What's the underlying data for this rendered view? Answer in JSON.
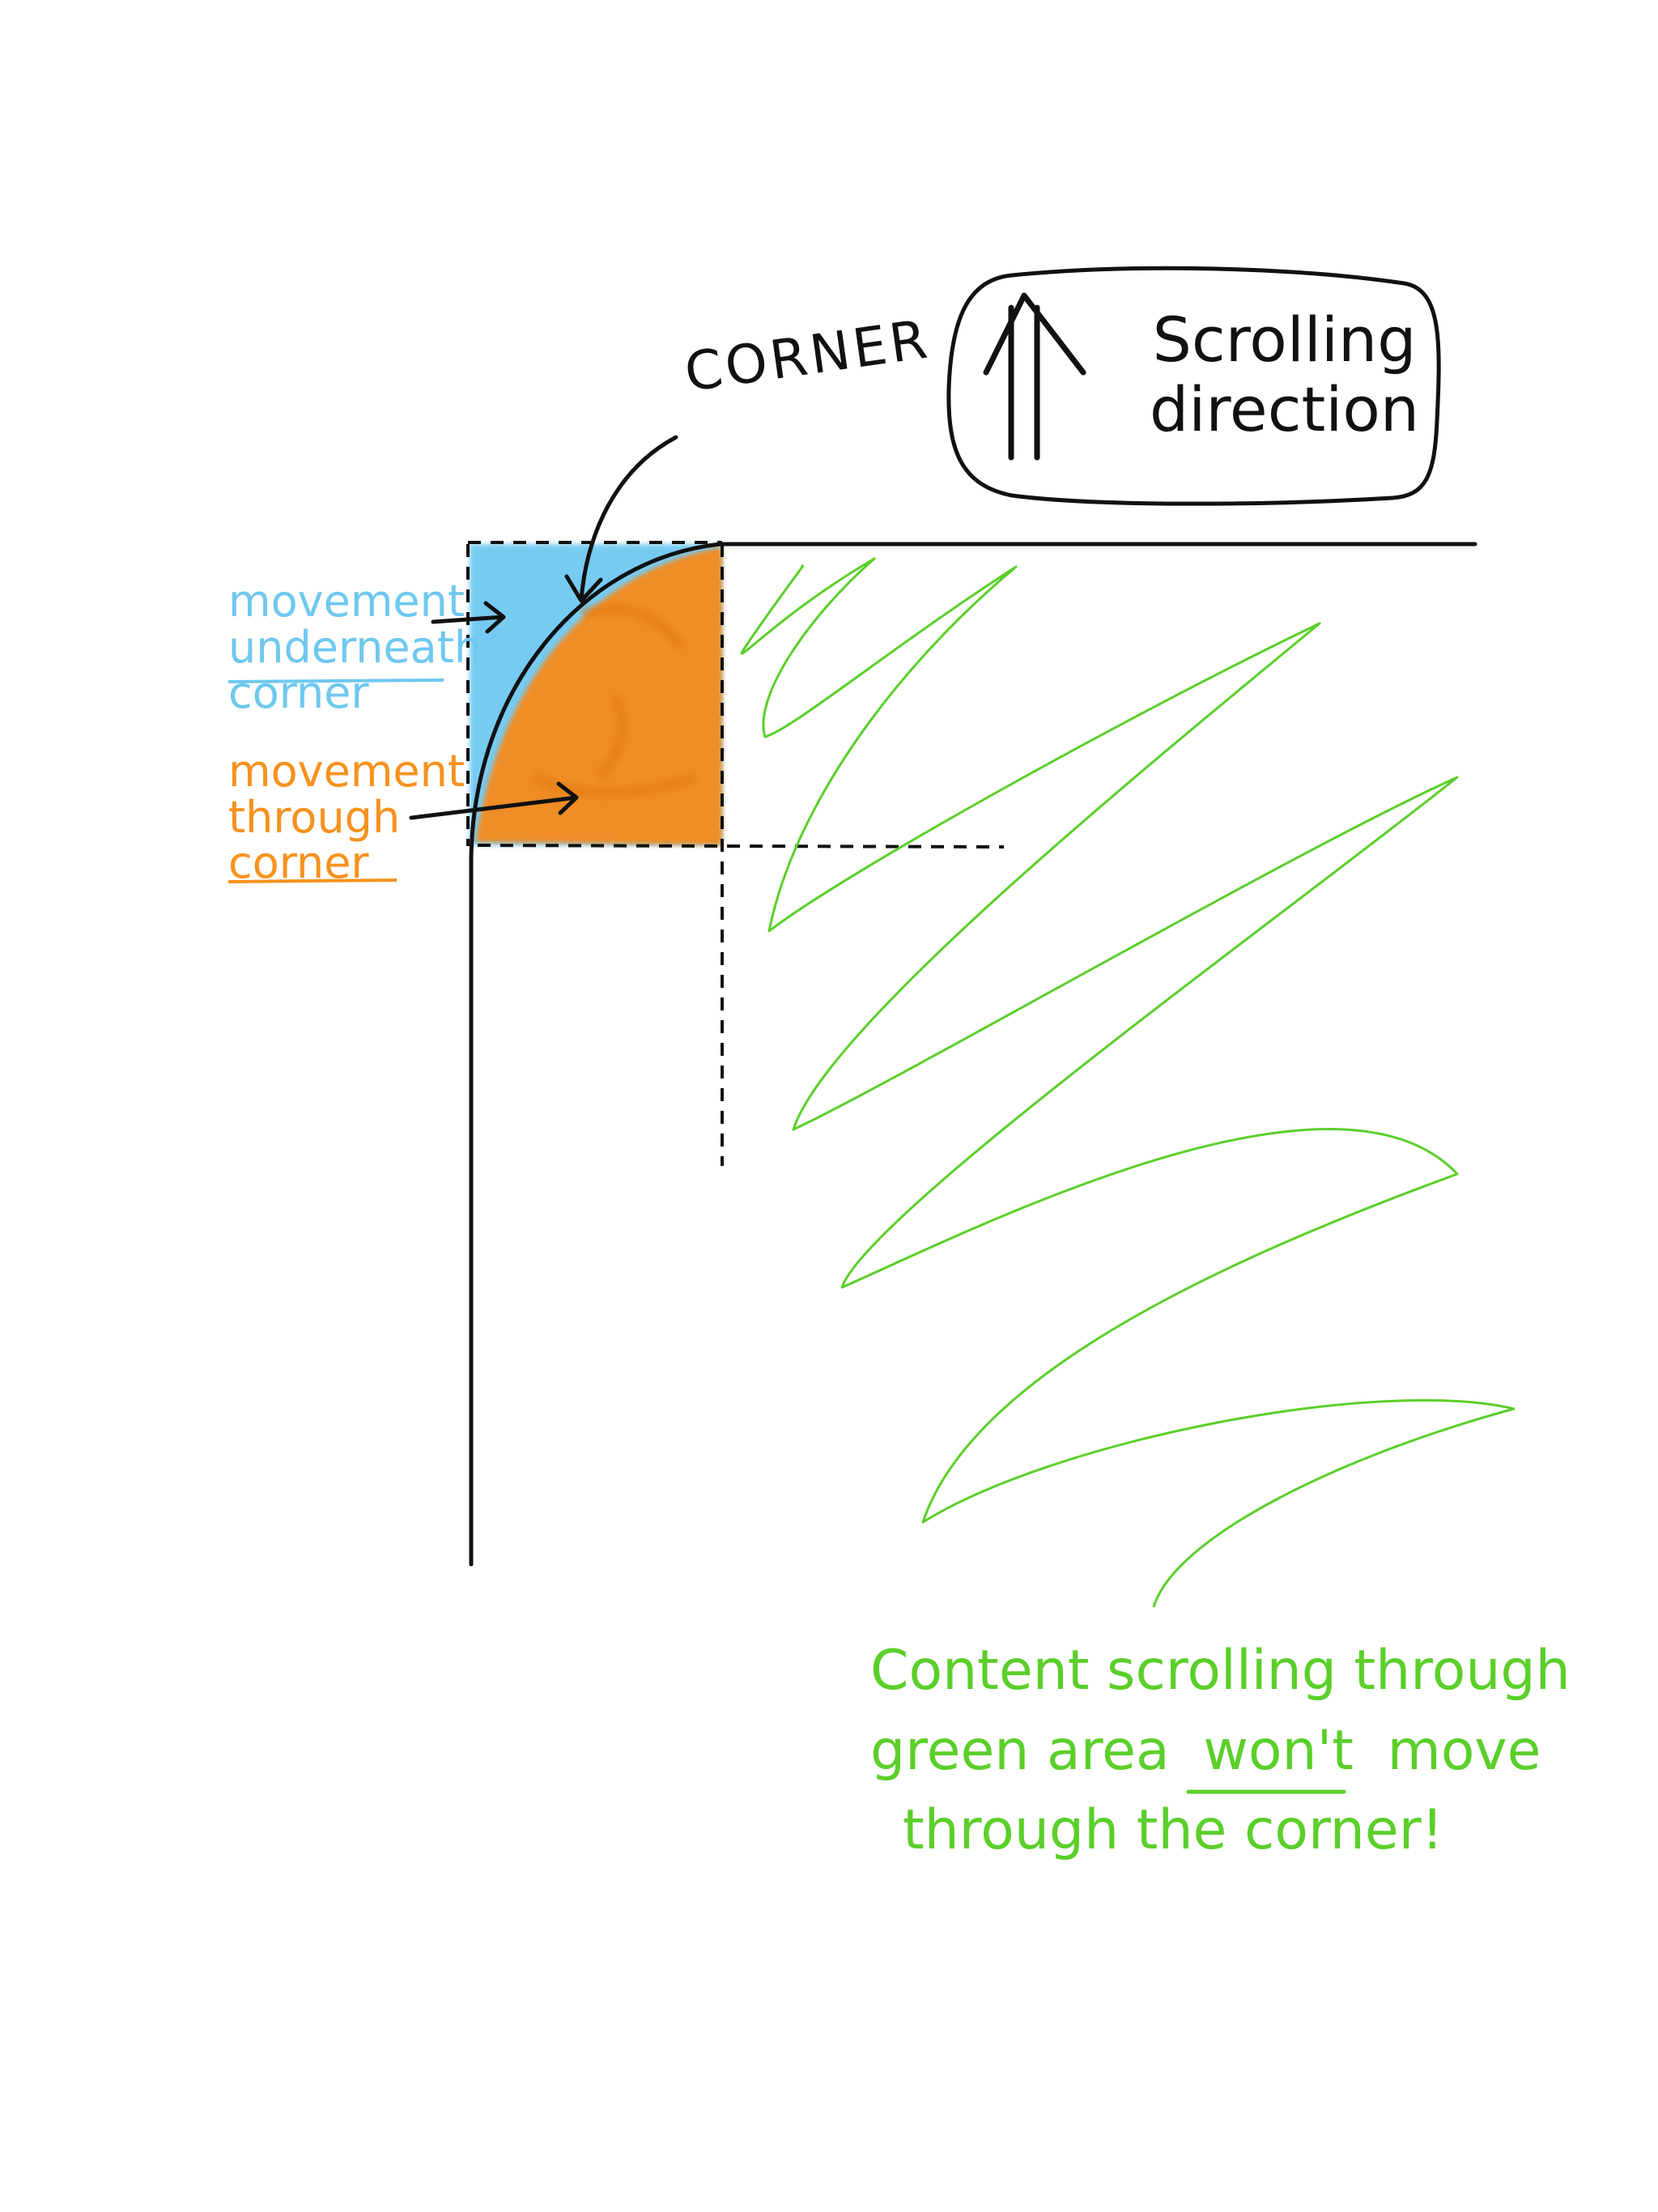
{
  "labels": {
    "corner": "CORNER",
    "scroll_line1": "Scrolling",
    "scroll_line2": "direction",
    "underneath_line1": "movement",
    "underneath_line2": "underneath",
    "underneath_line3": "corner",
    "through_line1": "movement",
    "through_line2": "through",
    "through_line3": "corner",
    "note_line1": "Content scrolling through",
    "note_line2_a": "green area",
    "note_line2_b": "won't",
    "note_line2_c": "move",
    "note_line3": "through the corner!"
  },
  "colors": {
    "ink": "#111111",
    "blue": "#6fc8ef",
    "orange": "#f7921e",
    "green": "#5bcf2a",
    "blue_fill": "#5ec2f0",
    "orange_fill": "#f68a1c"
  },
  "icons": {
    "scroll_arrow": "double-up-arrow-icon"
  }
}
